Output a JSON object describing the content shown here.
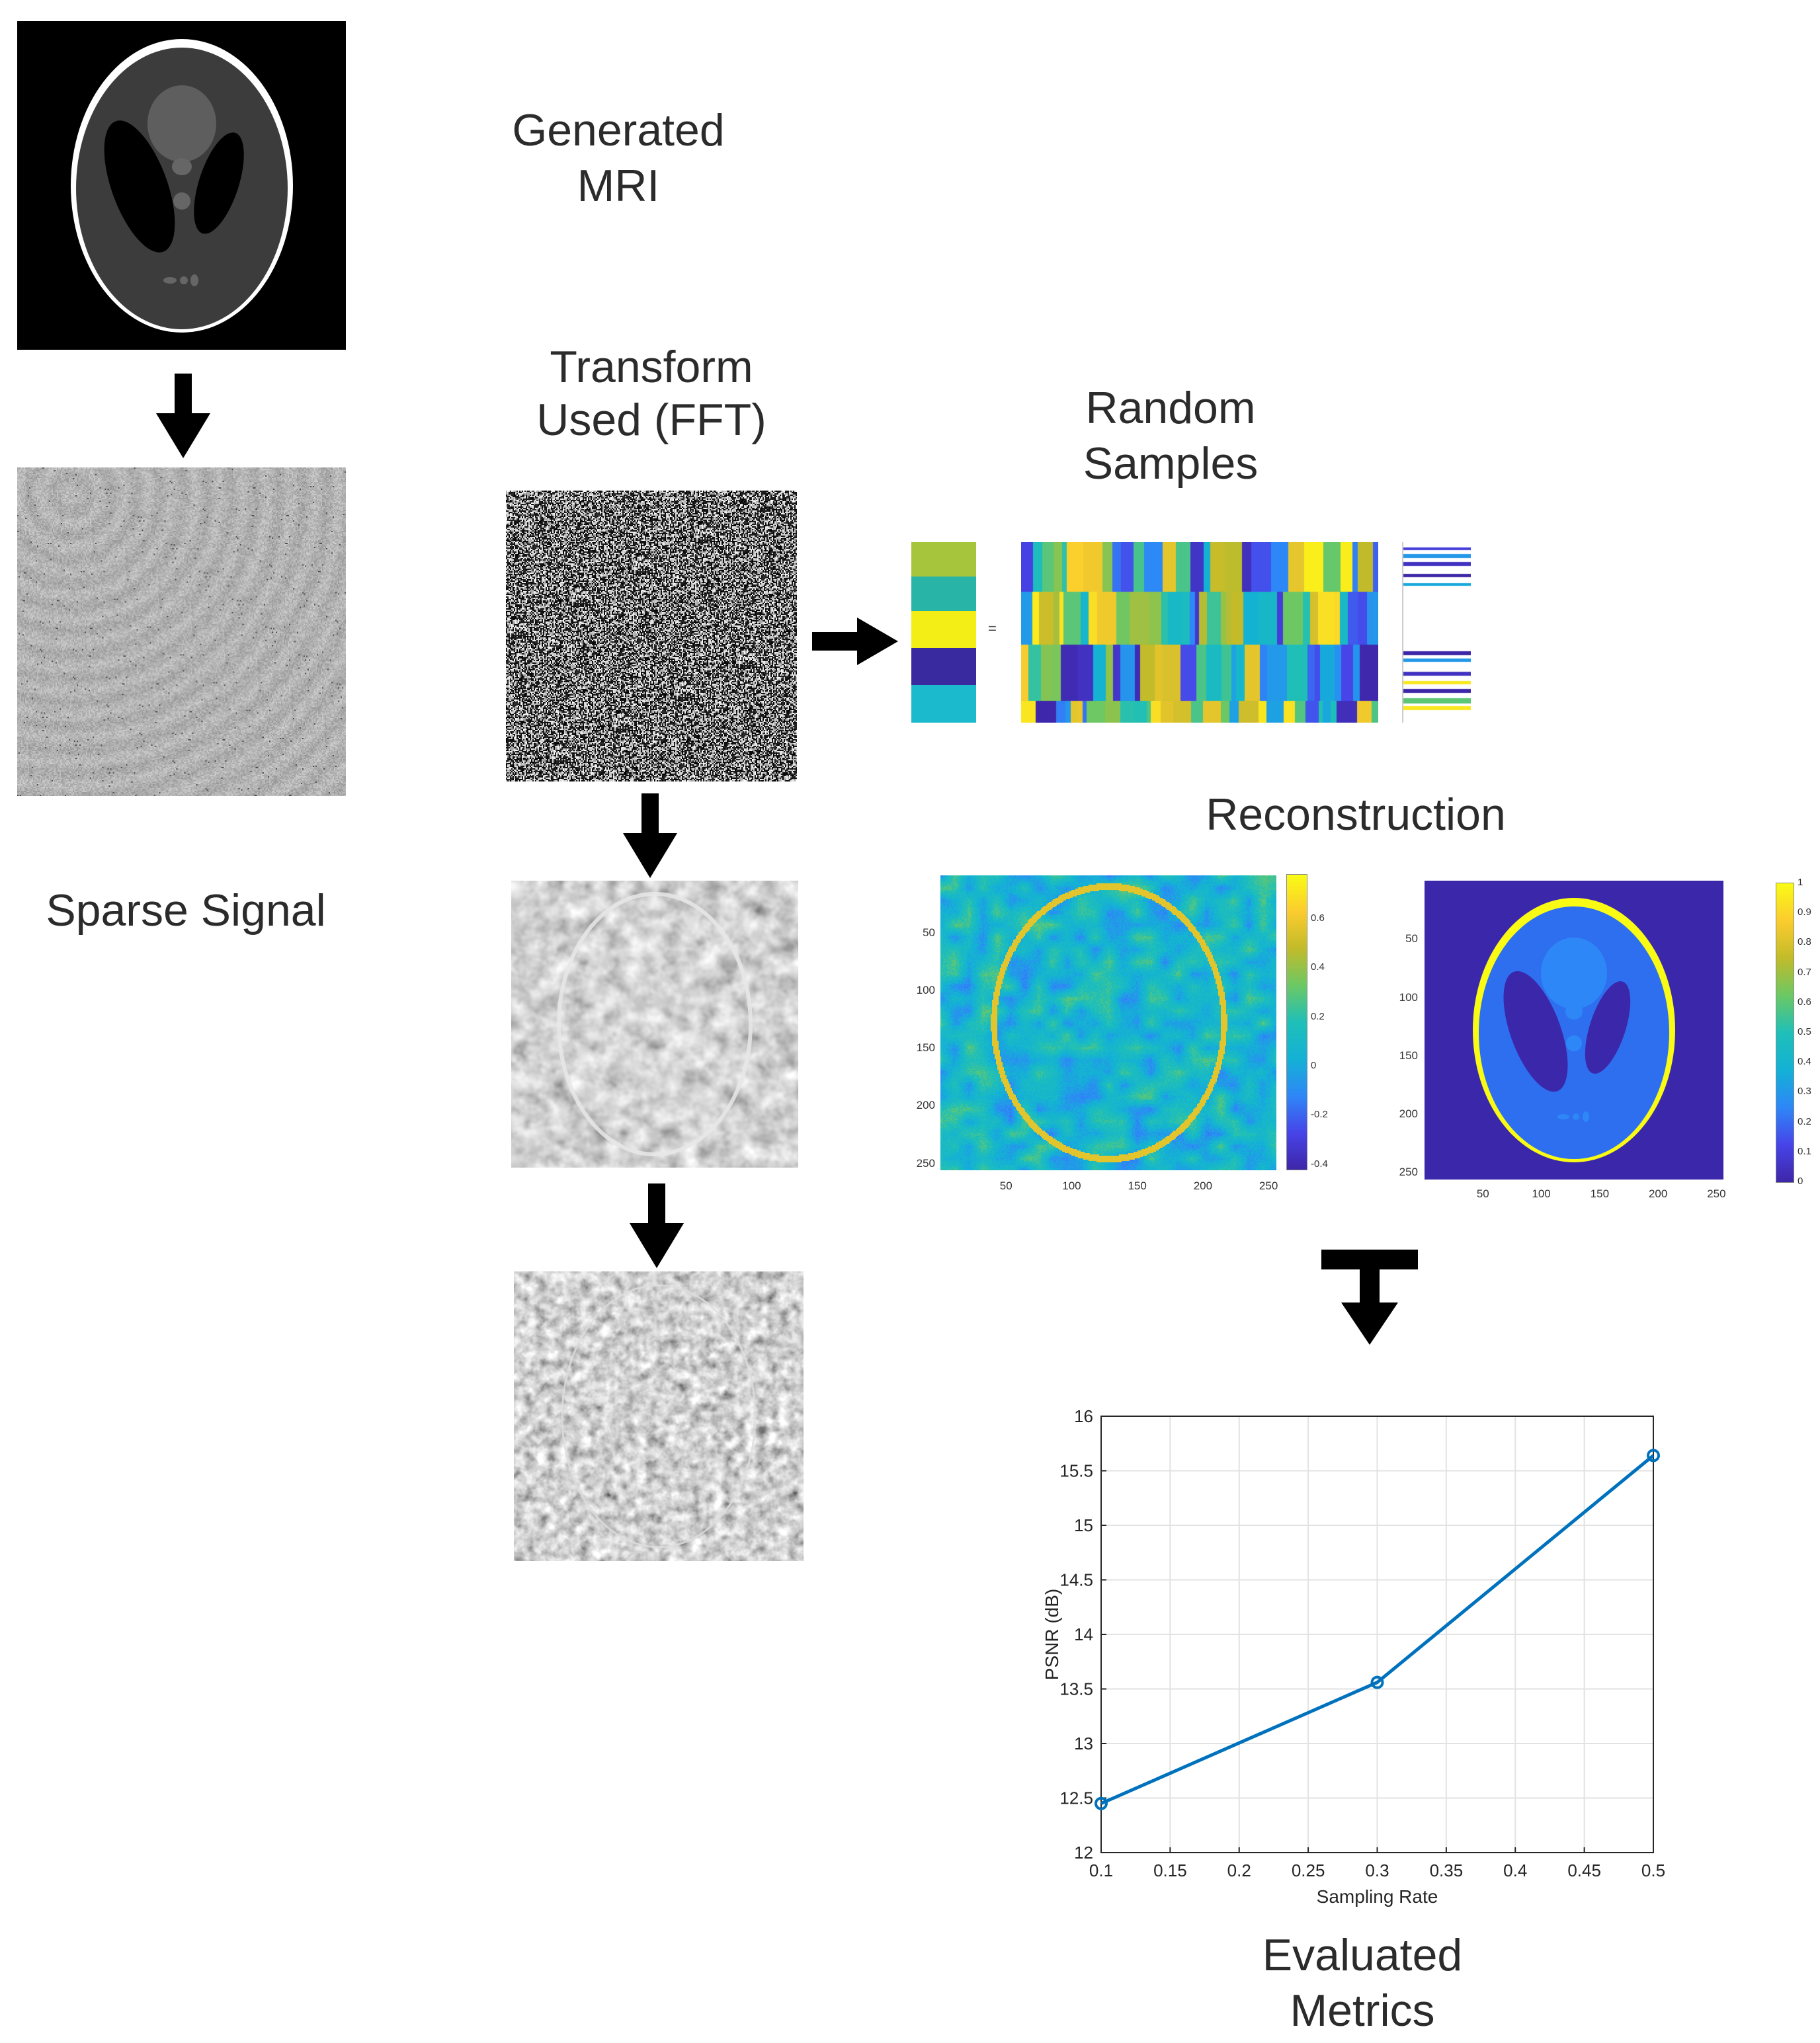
{
  "labels": {
    "generated_mri": "Generated\nMRI",
    "sparse_signal": "Sparse Signal",
    "transform": "Transform\nUsed (FFT)",
    "random_samples": "Random\nSamples",
    "reconstruction": "Reconstruction",
    "evaluated_metrics": "Evaluated\nMetrics",
    "equals_sign": "="
  },
  "colors": {
    "arrow": "#000000",
    "parula_dark": "#3e26a8",
    "parula_blue": "#2e87f7",
    "parula_teal": "#1fbfb8",
    "parula_green": "#a9c82a",
    "parula_yellow": "#f9fb15",
    "line_blue": "#0072bd"
  },
  "recon_left": {
    "y_ticks": [
      "50",
      "100",
      "150",
      "200",
      "250"
    ],
    "x_ticks": [
      "50",
      "100",
      "150",
      "200",
      "250"
    ],
    "colorbar_ticks": [
      "0.6",
      "0.4",
      "0.2",
      "0",
      "-0.2",
      "-0.4"
    ]
  },
  "recon_right": {
    "y_ticks": [
      "50",
      "100",
      "150",
      "200",
      "250"
    ],
    "x_ticks": [
      "50",
      "100",
      "150",
      "200",
      "250"
    ],
    "colorbar_ticks": [
      "1",
      "0.9",
      "0.8",
      "0.7",
      "0.6",
      "0.5",
      "0.4",
      "0.3",
      "0.2",
      "0.1",
      "0"
    ]
  },
  "chart_data": {
    "type": "line",
    "x": [
      0.1,
      0.3,
      0.5
    ],
    "series": [
      {
        "values": [
          12.45,
          13.56,
          15.64
        ]
      }
    ],
    "xlabel": "Sampling Rate",
    "ylabel": "PSNR (dB)",
    "xlim": [
      0.1,
      0.5
    ],
    "ylim": [
      12,
      16
    ],
    "x_ticks": [
      "0.1",
      "0.15",
      "0.2",
      "0.25",
      "0.3",
      "0.35",
      "0.4",
      "0.45",
      "0.5"
    ],
    "y_ticks": [
      "12",
      "12.5",
      "13",
      "13.5",
      "14",
      "14.5",
      "15",
      "15.5",
      "16"
    ],
    "grid": true,
    "markers": "circle"
  }
}
